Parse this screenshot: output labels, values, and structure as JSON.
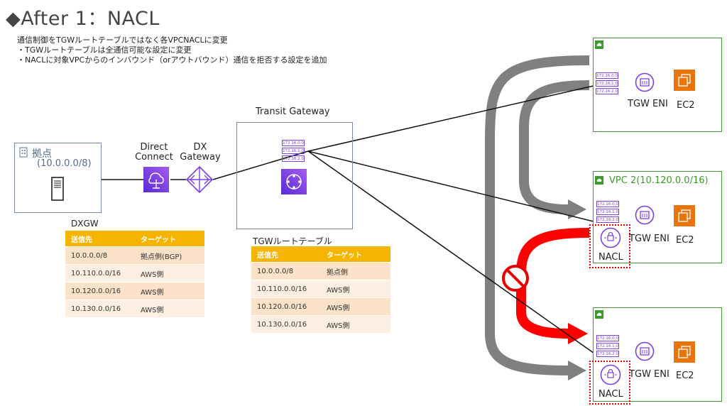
{
  "header": {
    "title": "◆After 1：NACL",
    "desc_line1": "通信制御をTGWルートテーブルではなく各VPCNACLに変更",
    "desc_line2": "・TGWルートテーブルは全通信可能な設定に変更",
    "desc_line3": "・NACLに対象VPCからのインバウンド（orアウトバウンド）通信を拒否する設定を追加"
  },
  "site": {
    "name": "拠点",
    "cidr": "(10.0.0.0/8)"
  },
  "direct_connect": {
    "line1": "Direct",
    "line2": "Connect"
  },
  "dx_gateway": {
    "line1": "DX",
    "line2": "Gateway"
  },
  "tgw": {
    "label": "Transit Gateway"
  },
  "route_icon": {
    "rows": [
      "172.16.0.0",
      "172.16.1.0",
      "172.16.2.0"
    ]
  },
  "dxgw_table": {
    "title": "DXGW",
    "headers": [
      "送信先",
      "ターゲット"
    ],
    "rows": [
      [
        "10.0.0.0/8",
        "拠点側(BGP)"
      ],
      [
        "10.110.0.0/16",
        "AWS側"
      ],
      [
        "10.120.0.0/16",
        "AWS側"
      ],
      [
        "10.130.0.0/16",
        "AWS側"
      ]
    ]
  },
  "tgw_table": {
    "title": "TGWルートテーブル",
    "headers": [
      "送信先",
      "ターゲット"
    ],
    "rows": [
      [
        "10.0.0.0/8",
        "拠点側"
      ],
      [
        "10.110.0.0/16",
        "AWS側"
      ],
      [
        "10.120.0.0/16",
        "AWS側"
      ],
      [
        "10.130.0.0/16",
        "AWS側"
      ]
    ]
  },
  "vpc1": {
    "eni": "TGW ENI",
    "ec2": "EC2"
  },
  "vpc2": {
    "title": "VPC 2(10.120.0.0/16)",
    "eni": "TGW ENI",
    "ec2": "EC2",
    "nacl": "NACL"
  },
  "vpc3": {
    "eni": "TGW ENI",
    "ec2": "EC2",
    "nacl": "NACL"
  },
  "colors": {
    "accent_purple": "#7b3fe4",
    "vpc_green": "#3d9b2d",
    "deny_red": "#ff0000",
    "arrow_gray": "#808080",
    "ec2_orange": "#e8750a",
    "table_header": "#f5b400"
  }
}
